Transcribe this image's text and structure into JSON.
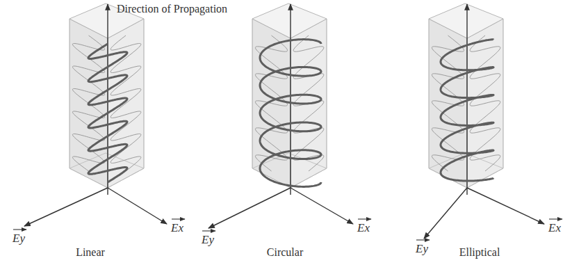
{
  "diagram": {
    "labels": [
      "Direction of Propagation",
      "Ey",
      "Ex",
      "Linear",
      "Ey",
      "Ex",
      "Circular",
      "Ey",
      "Ex",
      "Elliptical"
    ]
  }
}
